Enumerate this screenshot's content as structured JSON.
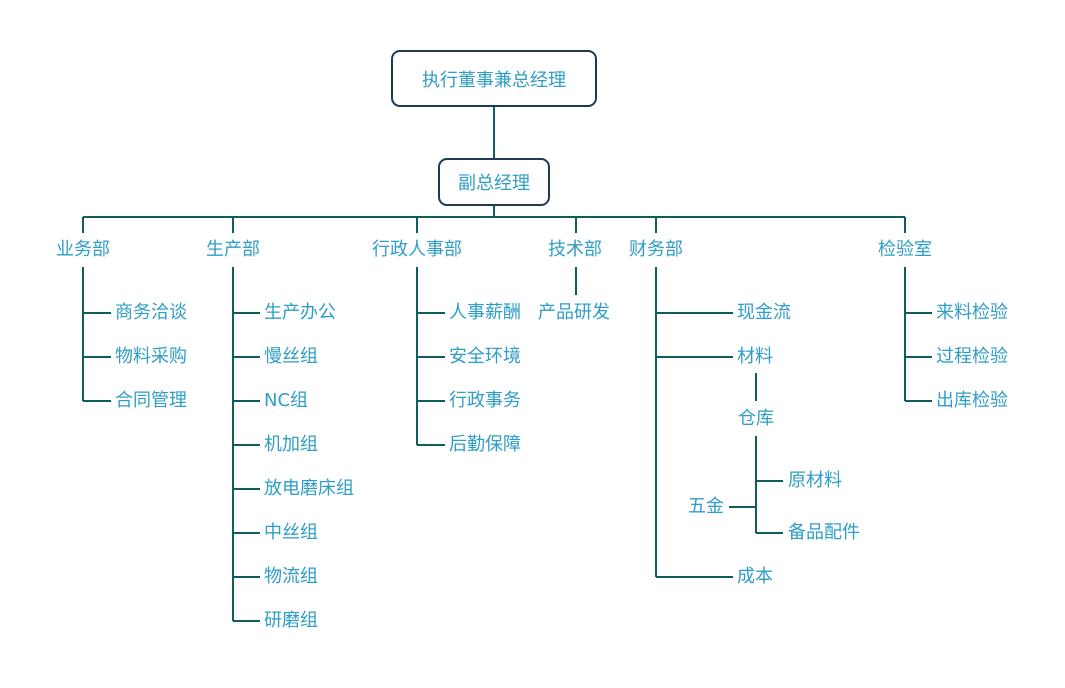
{
  "colors": {
    "line": "#0f5e5e",
    "text": "#2f9ec6",
    "box_border": "#1f3a52"
  },
  "ceo": "执行董事兼总经理",
  "vp": "副总经理",
  "departments": {
    "business": {
      "name": "业务部",
      "items": [
        "商务洽谈",
        "物料采购",
        "合同管理"
      ]
    },
    "production": {
      "name": "生产部",
      "items": [
        "生产办公",
        "慢丝组",
        "NC组",
        "机加组",
        "放电磨床组",
        "中丝组",
        "物流组",
        "研磨组"
      ]
    },
    "admin_hr": {
      "name": "行政人事部",
      "items": [
        "人事薪酬",
        "安全环境",
        "行政事务",
        "后勤保障"
      ]
    },
    "tech": {
      "name": "技术部",
      "items": [
        "产品研发"
      ]
    },
    "finance": {
      "name": "财务部",
      "cash": "现金流",
      "materials": "材料",
      "warehouse": "仓库",
      "hardware": "五金",
      "raw_materials": "原材料",
      "spare_parts": "备品配件",
      "cost": "成本"
    },
    "qc": {
      "name": "检验室",
      "items": [
        "来料检验",
        "过程检验",
        "出库检验"
      ]
    }
  }
}
